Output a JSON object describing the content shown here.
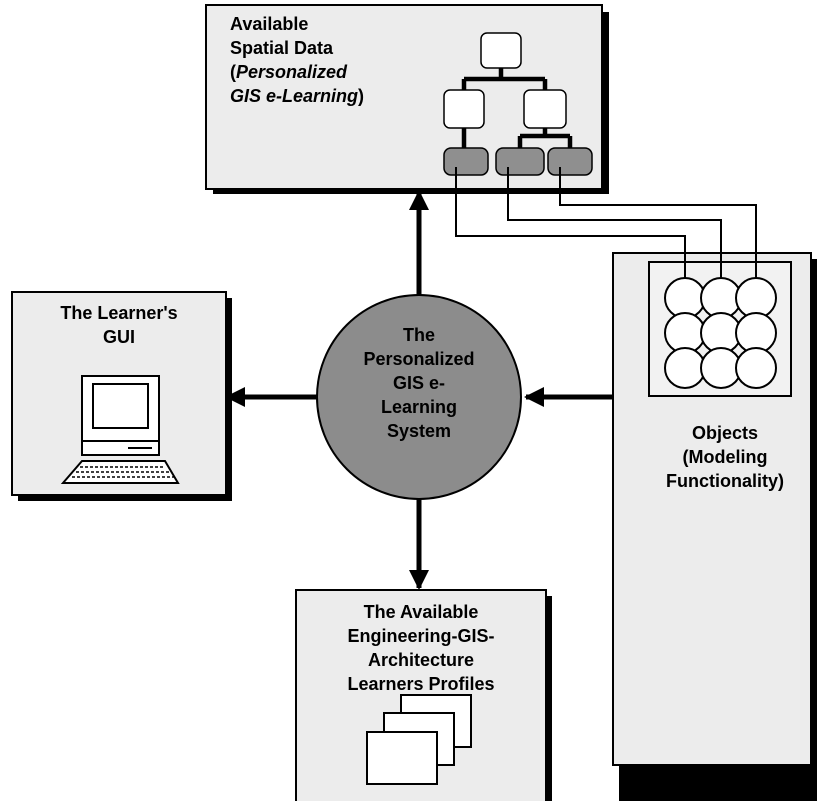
{
  "spatial_data": {
    "title_line1": "Available",
    "title_line2": "Spatial Data",
    "title_line3_open": "(",
    "title_line3_italic": "Personalized",
    "title_line4_italic": "GIS e-Learning",
    "title_line4_close": ")"
  },
  "center": {
    "line1": "The",
    "line2": "Personalized",
    "line3": "GIS e-",
    "line4": "Learning",
    "line5": "System"
  },
  "gui": {
    "line1": "The Learner's",
    "line2": "GUI"
  },
  "objects": {
    "line1": "Objects",
    "line2": "(Modeling",
    "line3": "Functionality)"
  },
  "profiles": {
    "line1": "The Available",
    "line2": "Engineering-GIS-",
    "line3": "Architecture",
    "line4": "Learners Profiles"
  },
  "icons": [
    "tree-hierarchy-icon",
    "computer-icon",
    "object-grid-icon",
    "stacked-pages-icon"
  ]
}
